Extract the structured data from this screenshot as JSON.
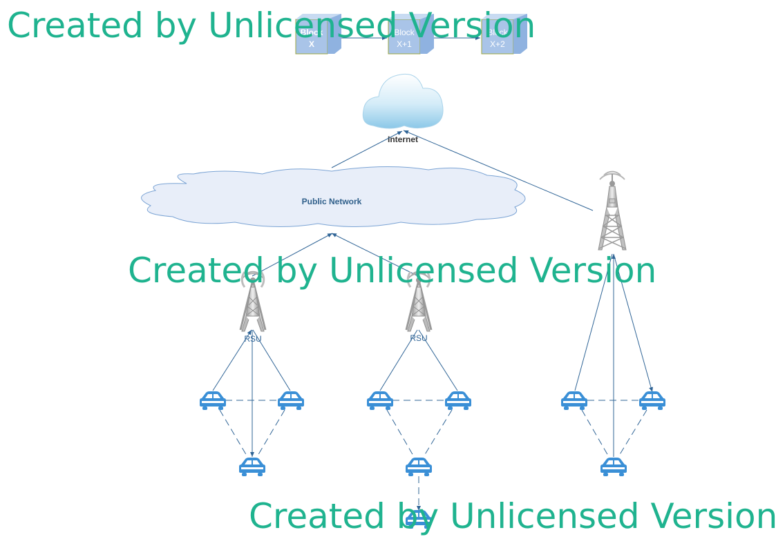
{
  "blocks": [
    {
      "label_top": "Block",
      "label_bottom": "X"
    },
    {
      "label_top": "Block",
      "label_bottom": "X+1"
    },
    {
      "label_top": "Block",
      "label_bottom": "X+2"
    }
  ],
  "internet_label": "Internet",
  "public_network_label": "Public Network",
  "rsu_label": "RSU",
  "watermark_text": "Created by Unlicensed Version",
  "colors": {
    "line": "#2f6496",
    "car": "#3a8fd6",
    "cloud_fill": "#e8eef9",
    "cloud_stroke": "#7aa3d4",
    "block_fill": "#a9c4e8",
    "watermark": "#1fb38f"
  }
}
